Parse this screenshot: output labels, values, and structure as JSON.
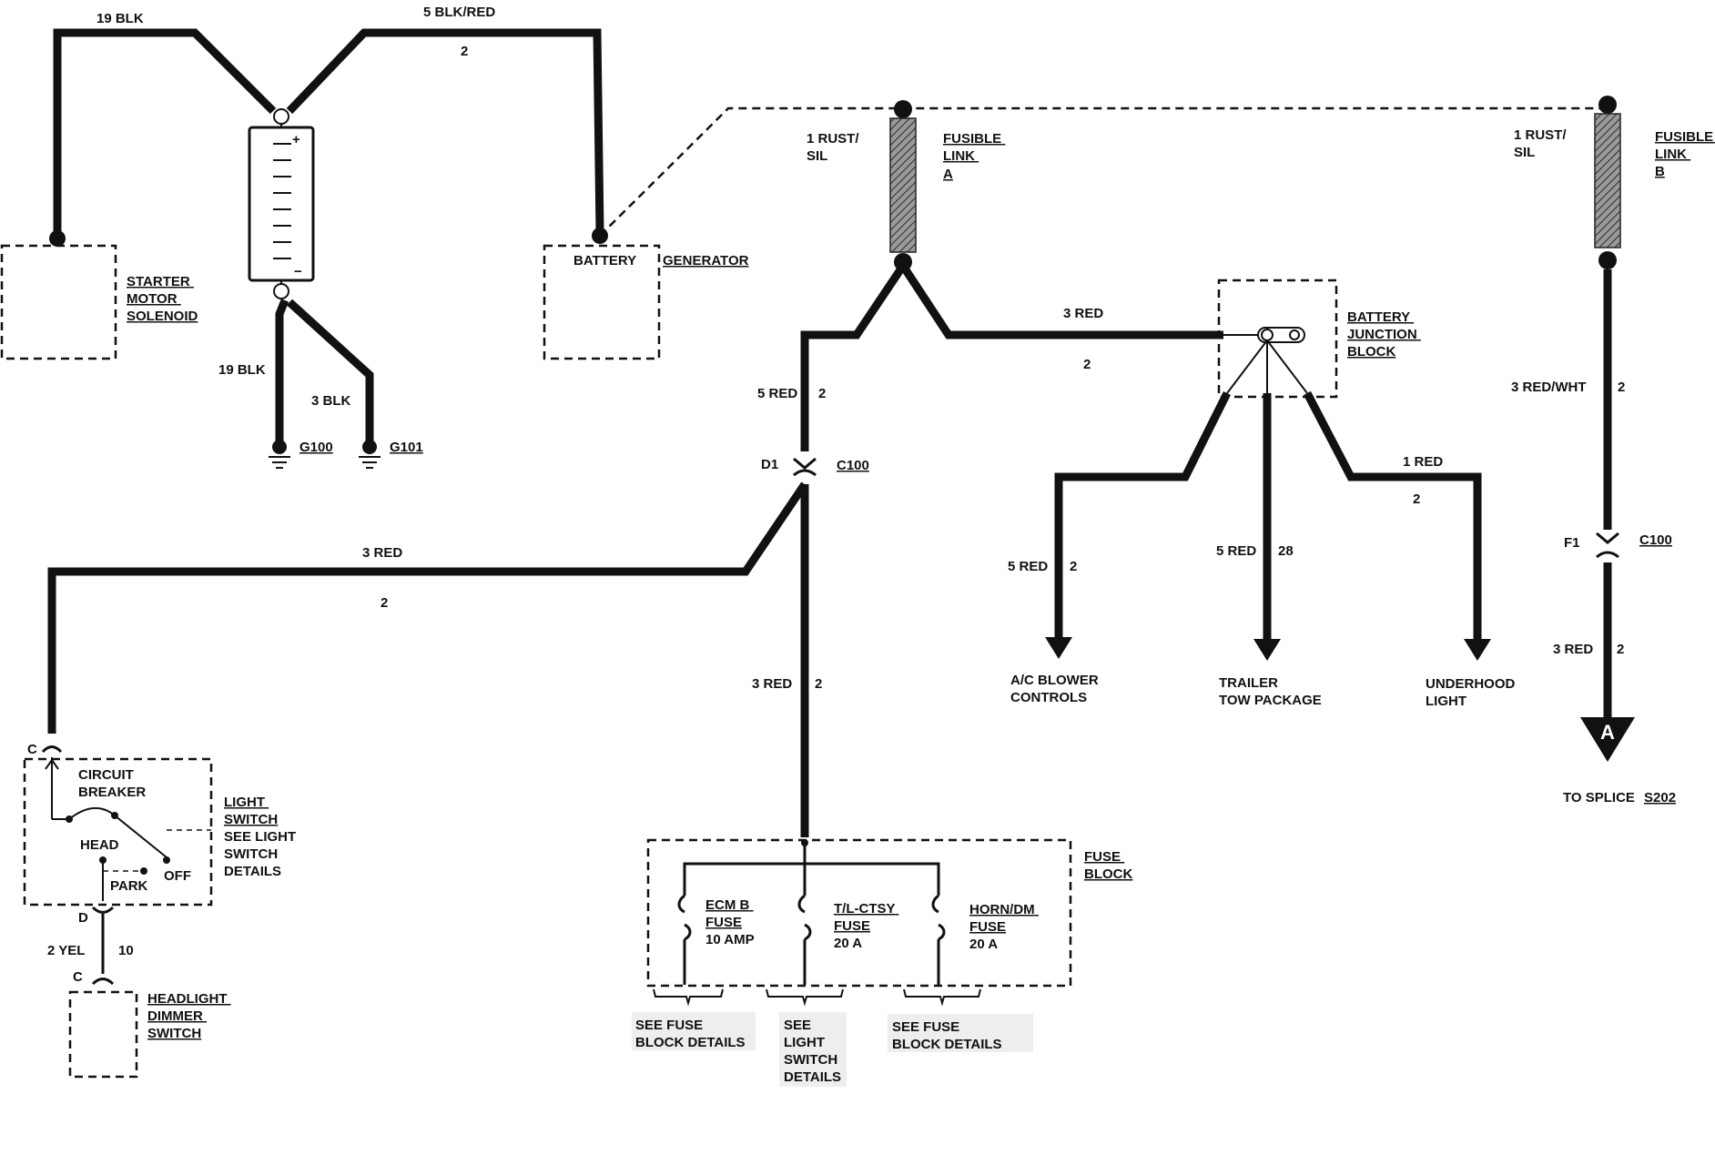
{
  "wires": {
    "w_19blk_top": "19 BLK",
    "w_5blkred": "5 BLK/RED",
    "w_5blkred_circ": "2",
    "w_19blk_g100": "19 BLK",
    "w_3blk_g101": "3 BLK",
    "w_fusA_rust": "1 RUST/",
    "w_fusA_sil": "SIL",
    "w_fusB_rust": "1 RUST/",
    "w_fusB_sil": "SIL",
    "w_3red_top": "3 RED",
    "w_3red_top_circ": "2",
    "w_5red_c100": "5 RED",
    "w_5red_c100_circ": "2",
    "w_3red_left": "3 RED",
    "w_3red_left_circ": "2",
    "w_3red_fuse": "3 RED",
    "w_3red_fuse_circ": "2",
    "w_5red_ac": "5 RED",
    "w_5red_ac_circ": "2",
    "w_5red_trailer": "5 RED",
    "w_5red_trailer_circ": "28",
    "w_1red_under": "1 RED",
    "w_1red_under_circ": "2",
    "w_3redwht": "3 RED/WHT",
    "w_3redwht_circ": "2",
    "w_3red_splice": "3 RED",
    "w_3red_splice_circ": "2",
    "w_2yel": "2 YEL",
    "w_2yel_circ": "10"
  },
  "components": {
    "starter": [
      "STARTER",
      "MOTOR",
      "SOLENOID"
    ],
    "battery_term": "BATTERY",
    "generator": "GENERATOR",
    "fusible_a": [
      "FUSIBLE",
      "LINK",
      "A"
    ],
    "fusible_b": [
      "FUSIBLE",
      "LINK",
      "B"
    ],
    "bjb": [
      "BATTERY",
      "JUNCTION",
      "BLOCK"
    ],
    "ground_g100": "G100",
    "ground_g101": "G101",
    "c100_left": "C100",
    "c100_left_pin": "D1",
    "c100_right": "C100",
    "c100_right_pin": "F1",
    "ac_blower": [
      "A/C BLOWER",
      "CONTROLS"
    ],
    "trailer": [
      "TRAILER",
      "TOW PACKAGE"
    ],
    "underhood": [
      "UNDERHOOD",
      "LIGHT"
    ],
    "splice_letter": "A",
    "to_splice": "TO SPLICE",
    "to_splice_id": "S202",
    "circuit_breaker": [
      "CIRCUIT",
      "BREAKER"
    ],
    "ls_pin_c": "C",
    "ls_pin_d": "D",
    "head": "HEAD",
    "park": "PARK",
    "off": "OFF",
    "light_switch_a": [
      "LIGHT",
      "SWITCH"
    ],
    "light_switch_b": [
      "SEE LIGHT",
      "SWITCH",
      "DETAILS"
    ],
    "dimmer_pin_c": "C",
    "dimmer": [
      "HEADLIGHT",
      "DIMMER",
      "SWITCH"
    ],
    "fuse_block": [
      "FUSE",
      "BLOCK"
    ],
    "fuse_ecm": [
      "ECM B",
      "FUSE",
      "10 AMP"
    ],
    "fuse_tl": [
      "T/L-CTSY",
      "FUSE",
      "20 A"
    ],
    "fuse_horn": [
      "HORN/DM",
      "FUSE",
      "20 A"
    ],
    "see_fuse_1": [
      "SEE FUSE",
      "BLOCK DETAILS"
    ],
    "see_light": [
      "SEE",
      "LIGHT",
      "SWITCH",
      "DETAILS"
    ],
    "see_fuse_2": [
      "SEE FUSE",
      "BLOCK DETAILS"
    ]
  }
}
